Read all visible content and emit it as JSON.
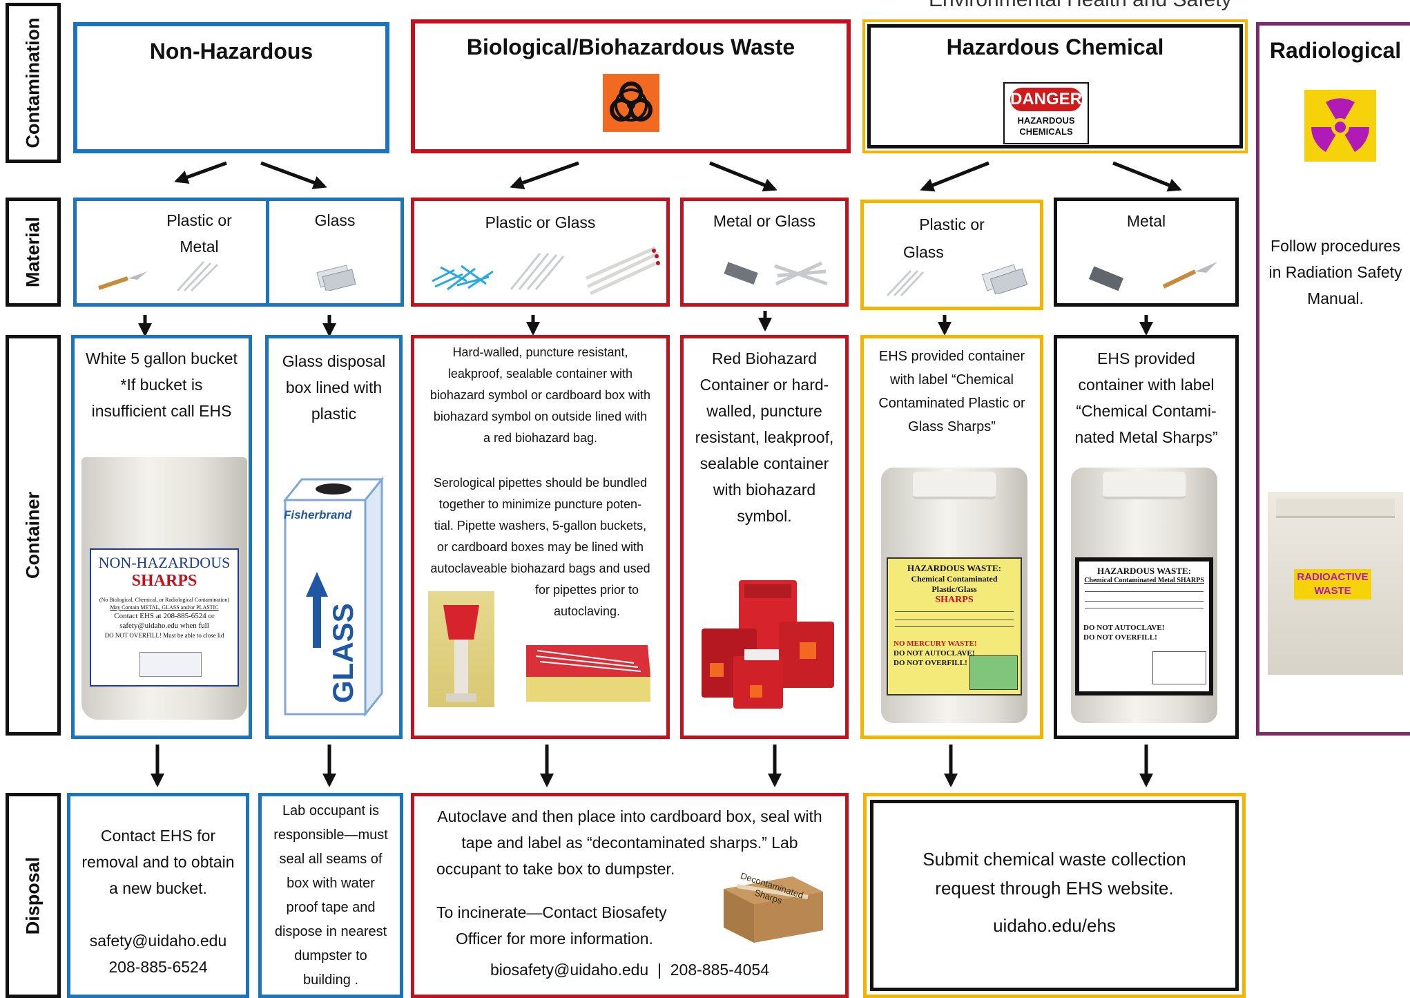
{
  "header": {
    "text": "Environmental Health and Safety"
  },
  "row_labels": {
    "contamination": "Contamination",
    "material": "Material",
    "container": "Container",
    "disposal": "Disposal"
  },
  "categories": {
    "non_hazardous": "Non-Hazardous",
    "biological": "Biological/Biohazardous Waste",
    "chemical": "Hazardous Chemical",
    "radiological": "Radiological"
  },
  "danger_sign": {
    "danger": "DANGER",
    "line1": "HAZARDOUS",
    "line2": "CHEMICALS"
  },
  "materials": {
    "nh_plastic_metal": [
      "Plastic or",
      "Metal"
    ],
    "nh_glass": "Glass",
    "bio_plastic_glass": "Plastic or Glass",
    "bio_metal_glass": "Metal or Glass",
    "chem_plastic_glass": [
      "Plastic or",
      "Glass"
    ],
    "chem_metal": "Metal"
  },
  "radiological": {
    "procedure": [
      "Follow procedures",
      "in Radiation Safety",
      "Manual."
    ],
    "box_label": [
      "RADIOACTIVE",
      "WASTE"
    ]
  },
  "containers": {
    "nh_bucket": [
      "White 5 gallon bucket",
      "*If bucket is",
      "insufficient call EHS"
    ],
    "nh_bucket_label": {
      "line1": "NON-HAZARDOUS",
      "line2": "SHARPS",
      "fine": [
        "(No Biological, Chemical, or Radiological Contamination)",
        "May Contain METAL, GLASS and/or PLASTIC",
        "Contact EHS at 208-885-6524 or",
        "safety@uidaho.edu when full",
        "DO NOT OVERFILL! Must be able to close lid"
      ]
    },
    "nh_glass_box": [
      "Glass disposal",
      "box lined with",
      "plastic"
    ],
    "glass_box_brand": "Fisherbrand",
    "glass_box_word": "GLASS",
    "bio_plastic_glass": [
      "Hard-walled, puncture resistant,",
      "leakproof, sealable container with",
      "biohazard symbol or cardboard box with",
      "biohazard symbol on outside lined with",
      "a red biohazard bag."
    ],
    "bio_pipettes_full": [
      "Serological pipettes should be bundled",
      "together to minimize puncture poten-",
      "tial. Pipette washers, 5-gallon buckets,",
      "or cardboard boxes may be lined with",
      "autoclaveable biohazard bags and used"
    ],
    "bio_pipettes_end": [
      "for pipettes prior to",
      "autoclaving."
    ],
    "bio_metal_glass": [
      "Red Biohazard",
      "Container or hard-",
      "walled, puncture",
      "resistant, leakproof,",
      "sealable container",
      "with biohazard",
      "symbol."
    ],
    "chem_plastic_glass": [
      "EHS provided container",
      "with label “Chemical",
      "Contaminated Plastic or",
      "Glass Sharps”"
    ],
    "chem_plastic_label": {
      "line1": "HAZARDOUS WASTE:",
      "line2": "Chemical Contaminated Plastic/Glass",
      "line3": "SHARPS",
      "lines": [
        "NO MERCURY WASTE!",
        "DO NOT AUTOCLAVE!",
        "DO NOT OVERFILL!"
      ]
    },
    "chem_metal": [
      "EHS provided",
      "container with label",
      "“Chemical Contami-",
      "nated Metal Sharps”"
    ],
    "chem_metal_label": {
      "line1": "HAZARDOUS WASTE:",
      "line2": "Chemical Contaminated Metal SHARPS",
      "lines": [
        "DO NOT AUTOCLAVE!",
        "DO NOT OVERFILL!"
      ]
    }
  },
  "disposal": {
    "nh_bucket": [
      "Contact EHS for",
      "removal and to obtain",
      "a new bucket.",
      "",
      "safety@uidaho.edu",
      "208-885-6524"
    ],
    "nh_glass": [
      "Lab occupant is",
      "responsible—must",
      "seal all seams of",
      "box with water",
      "proof tape and",
      "dispose in nearest",
      "dumpster to",
      "building ."
    ],
    "bio": {
      "line1": "Autoclave and then place into cardboard box, seal with",
      "line2": "tape and label as “decontaminated sharps.” Lab",
      "line3": "occupant to take box to dumpster.",
      "line4": "To incinerate—Contact Biosafety",
      "line5": "Officer for more information.",
      "contact": "biosafety@uidaho.edu  |  208-885-4054",
      "box_label": [
        "Decontaminated",
        "Sharps"
      ]
    },
    "chem": {
      "line1": "Submit chemical waste collection",
      "line2": "request through EHS website.",
      "url": "uidaho.edu/ehs"
    }
  },
  "colors": {
    "blue": "#1b75bc",
    "red": "#c1121f",
    "yellow": "#f4b400",
    "black": "#111111",
    "purple": "#7d2c6b",
    "bio_orange": "#f26a21",
    "radiation_yellow": "#f6d20a",
    "radiation_magenta": "#b01ab6"
  }
}
